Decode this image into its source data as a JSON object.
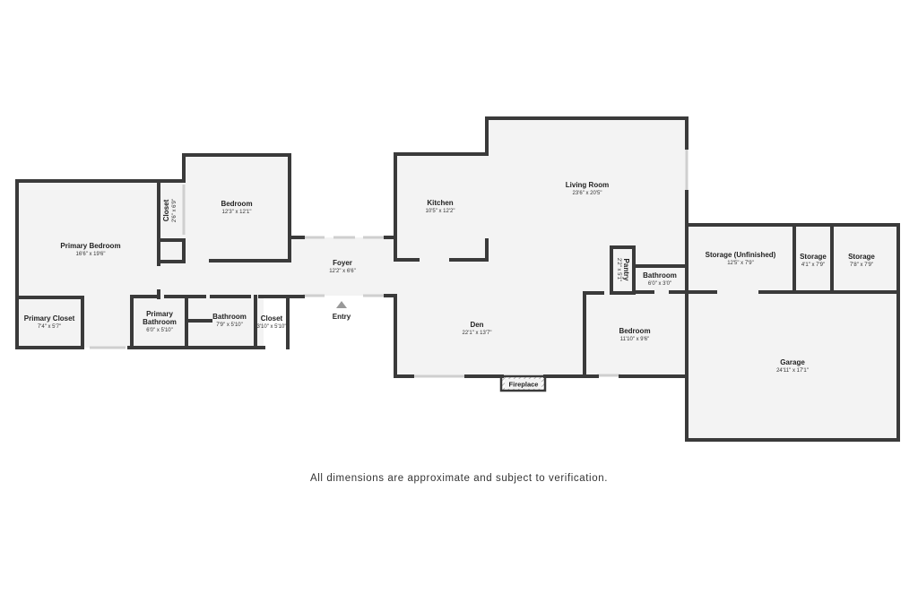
{
  "rooms": [
    {
      "id": "primary-bedroom",
      "name": "Primary Bedroom",
      "dims": "16'6\" x 19'6\""
    },
    {
      "id": "closet-small",
      "name": "Closet",
      "dims": "2'6\" x 6'9\""
    },
    {
      "id": "bedroom-1",
      "name": "Bedroom",
      "dims": "12'3\" x 12'1\""
    },
    {
      "id": "primary-closet",
      "name": "Primary Closet",
      "dims": "7'4\" x 5'7\""
    },
    {
      "id": "primary-bathroom",
      "name": "Primary\nBathroom",
      "name_lines": [
        "Primary",
        "Bathroom"
      ],
      "dims": "6'0\" x 5'10\""
    },
    {
      "id": "bathroom-1",
      "name": "Bathroom",
      "dims": "7'9\" x 5'10\""
    },
    {
      "id": "closet-hall",
      "name": "Closet",
      "dims": "3'10\" x 5'10\""
    },
    {
      "id": "foyer",
      "name": "Foyer",
      "dims": "12'2\" x 6'6\""
    },
    {
      "id": "kitchen",
      "name": "Kitchen",
      "dims": "10'5\" x 12'2\""
    },
    {
      "id": "living-room",
      "name": "Living Room",
      "dims": "23'6\" x 20'5\""
    },
    {
      "id": "pantry",
      "name": "Pantry",
      "dims": "2'2\" x 5'1\""
    },
    {
      "id": "bathroom-2",
      "name": "Bathroom",
      "dims": "6'0\" x 3'0\""
    },
    {
      "id": "den",
      "name": "Den",
      "dims": "22'1\" x 13'7\""
    },
    {
      "id": "bedroom-2",
      "name": "Bedroom",
      "dims": "11'10\" x 9'6\""
    },
    {
      "id": "storage-unfinished",
      "name": "Storage (Unfinished)",
      "dims": "12'5\" x 7'9\""
    },
    {
      "id": "storage-1",
      "name": "Storage",
      "dims": "4'1\" x 7'9\""
    },
    {
      "id": "storage-2",
      "name": "Storage",
      "dims": "7'8\" x 7'9\""
    },
    {
      "id": "garage",
      "name": "Garage",
      "dims": "24'11\" x 17'1\""
    }
  ],
  "labels": {
    "entry": "Entry",
    "fireplace": "Fireplace"
  },
  "disclaimer": "All dimensions are approximate and subject to verification."
}
